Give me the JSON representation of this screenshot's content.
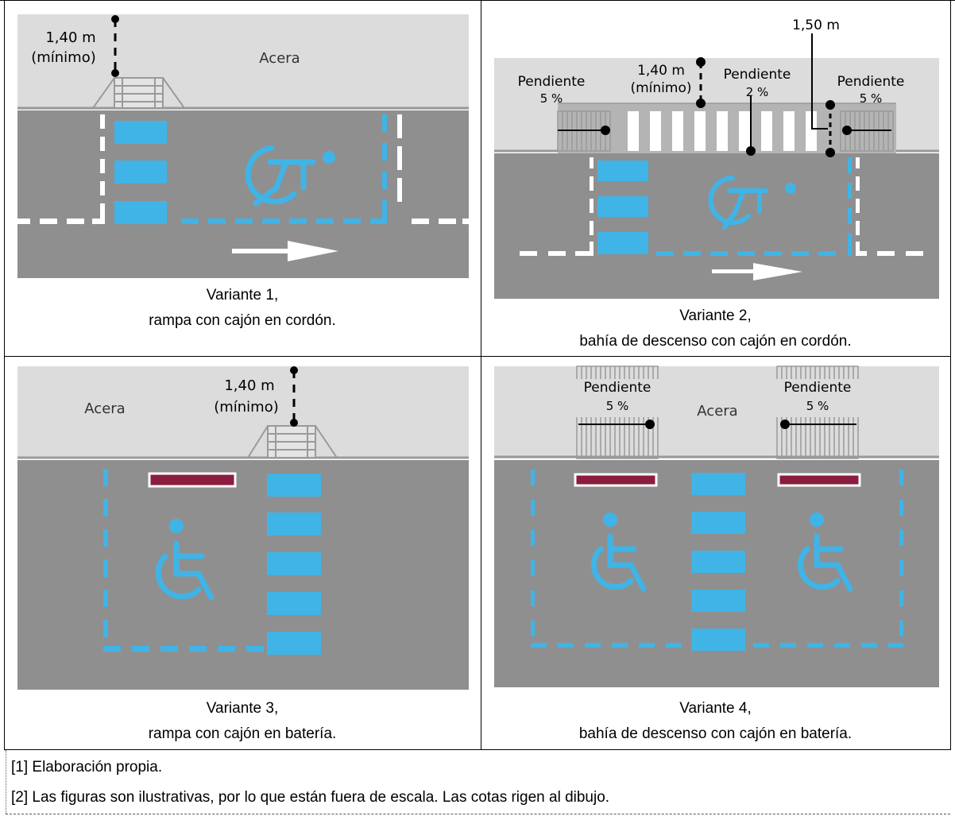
{
  "panels": [
    {
      "labels": {
        "dim_value": "1,40 m",
        "dim_min": "(mínimo)",
        "acera": "Acera"
      },
      "caption_line1": "Variante 1,",
      "caption_line2": "rampa con cajón en cordón."
    },
    {
      "labels": {
        "dim_top": "1,50 m",
        "dim_value": "1,40 m",
        "dim_min": "(mínimo)",
        "pend_left": "Pendiente",
        "pend_left_val": "5 %",
        "pend_mid": "Pendiente",
        "pend_mid_val": "2 %",
        "pend_right": "Pendiente",
        "pend_right_val": "5 %"
      },
      "caption_line1": "Variante 2,",
      "caption_line2": "bahía de descenso con cajón en cordón."
    },
    {
      "labels": {
        "dim_value": "1,40 m",
        "dim_min": "(mínimo)",
        "acera": "Acera"
      },
      "caption_line1": "Variante 3,",
      "caption_line2": "rampa con cajón en batería."
    },
    {
      "labels": {
        "pend_left": "Pendiente",
        "pend_left_val": "5 %",
        "acera": "Acera",
        "pend_right": "Pendiente",
        "pend_right_val": "5 %"
      },
      "caption_line1": "Variante 4,",
      "caption_line2": "bahía de descenso con cajón en batería."
    }
  ],
  "notes": [
    "[1] Elaboración propia.",
    "[2] Las figuras son ilustrativas, por lo que están fuera de escala. Las cotas rigen al dibujo."
  ],
  "colors": {
    "sidewalk": "#dcdcdc",
    "road": "#8f8f8f",
    "accessible_blue": "#40b4e6",
    "marking_white": "#ffffff",
    "curb_line": "#9a9a9a",
    "no_parking_red": "#8b1e3f"
  },
  "icons": [
    "accessibility-icon",
    "direction-arrow-icon"
  ]
}
